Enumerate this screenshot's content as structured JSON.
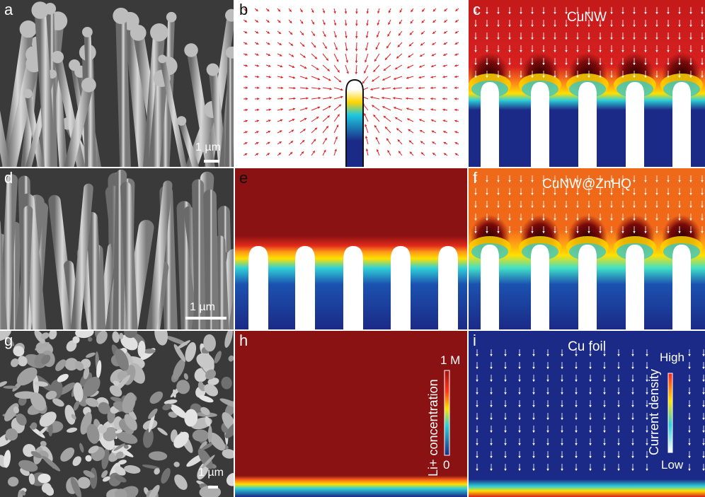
{
  "panels": {
    "a": {
      "label": "a",
      "scale": "1 µm"
    },
    "b": {
      "label": "b"
    },
    "c": {
      "label": "c",
      "title": "CuNW"
    },
    "d": {
      "label": "d",
      "scale": "1 µm"
    },
    "e": {
      "label": "e"
    },
    "f": {
      "label": "f",
      "title": "CuNW@ZnHQ"
    },
    "g": {
      "label": "g",
      "scale": "1 µm"
    },
    "h": {
      "label": "h"
    },
    "i": {
      "label": "i",
      "title": "Cu foil"
    }
  },
  "colorbar_li": {
    "title": "Li+ concentration",
    "max": "1 M",
    "min": "0"
  },
  "colorbar_current": {
    "title": "Current density",
    "high": "High",
    "low": "Low"
  },
  "colors": {
    "high": "#8b1212",
    "orange": "#ee6a1a",
    "low": "#1b2a86",
    "arrow_red": "#e02020",
    "arrow_white": "#ffffff"
  }
}
